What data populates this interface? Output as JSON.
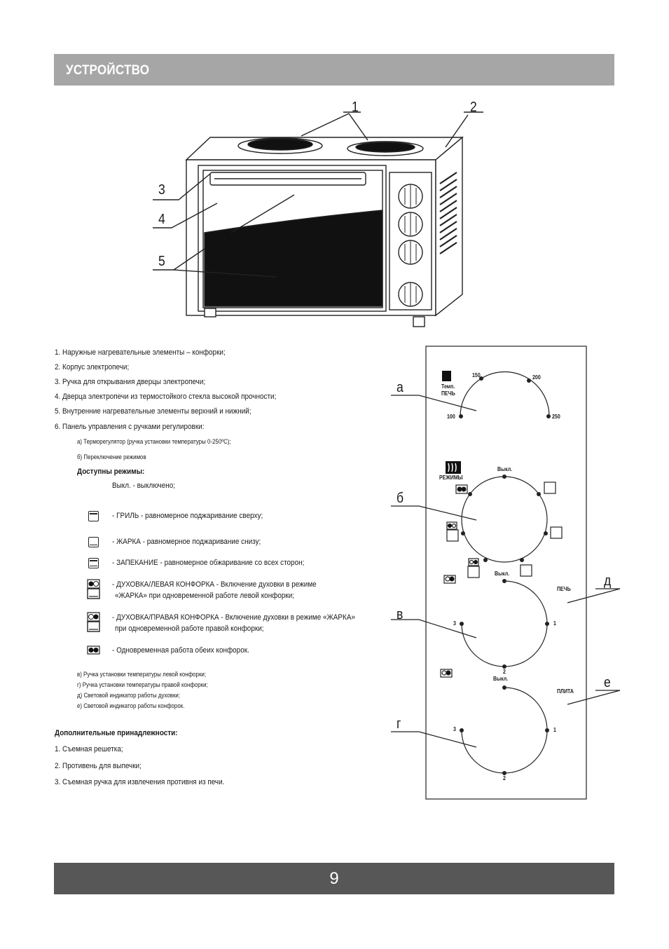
{
  "header": {
    "title": "УСТРОЙСТВО"
  },
  "oven_callouts": [
    "1",
    "2",
    "3",
    "4",
    "5"
  ],
  "parts_list": [
    "1. Наружные нагревательные элементы – конфорки;",
    "2. Корпус электропечи;",
    "3. Ручка для открывания дверцы электропечи;",
    "4. Дверца электропечи из термостойкого стекла высокой прочности;",
    "5. Внутренние нагревательные элементы верхний и нижний;",
    "6. Панель управления с ручками регулировки:"
  ],
  "control_sub": [
    "а) Терморегулятор (ручка установки температуры 0-250ºС);",
    "б) Переключение режимов"
  ],
  "modes": {
    "heading": "Доступны режимы:",
    "off": "Выкл. - выключено;",
    "items": [
      {
        "icon": "grill-icon",
        "text": "- ГРИЛЬ - равномерное поджаривание сверху;"
      },
      {
        "icon": "bottom-heat-icon",
        "text": "- ЖАРКА - равномерное поджаривание снизу;"
      },
      {
        "icon": "top-bottom-heat-icon",
        "text": "- ЗАПЕКАНИЕ - равномерное обжаривание со всех сторон;"
      },
      {
        "icon": "oven-left-burner-icon",
        "text": "- ДУХОВКА/ЛЕВАЯ КОНФОРКА -  Включение духовки в режиме",
        "text2": "«ЖАРКА» при одновременной работе левой конфорки;"
      },
      {
        "icon": "oven-right-burner-icon",
        "text": "- ДУХОВКА/ПРАВАЯ КОНФОРКА - Включение духовки в режиме «ЖАРКА»",
        "text2": "при одновременной работе правой конфорки;"
      },
      {
        "icon": "both-burners-icon",
        "text": "- Одновременная работа обеих конфорок."
      }
    ]
  },
  "knob_list": [
    "в) Ручка установки температуры левой конфорки;",
    "г) Ручка установки температуры правой конфорки;",
    "д) Световой индикатор работы духовки;",
    "е) Световой индикатор работы конфорок."
  ],
  "accessories": {
    "heading": "Дополнительные принадлежности:",
    "items": [
      "1. Съемная решетка;",
      "2. Противень для выпечки;",
      "3. Съемная ручка для извлечения противня из печи."
    ]
  },
  "panel": {
    "callouts": [
      "а",
      "б",
      "в",
      "г",
      "д",
      "е"
    ],
    "temp": {
      "label1": "Темп.",
      "label2": "ПЕЧЬ",
      "t100": "100",
      "t150": "150",
      "t200": "200",
      "t250": "250"
    },
    "modes_label": "РЕЖИМЫ",
    "off1": "Выкл.",
    "off2": "Выкл.",
    "off3": "Выкл.",
    "pech": "ПЕЧЬ",
    "plita": "ПЛИТА",
    "b_1": "1",
    "b_2": "2",
    "b_3": "3",
    "c_1": "1",
    "c_2": "2",
    "c_3": "3"
  },
  "footer": {
    "page_number": "9"
  }
}
